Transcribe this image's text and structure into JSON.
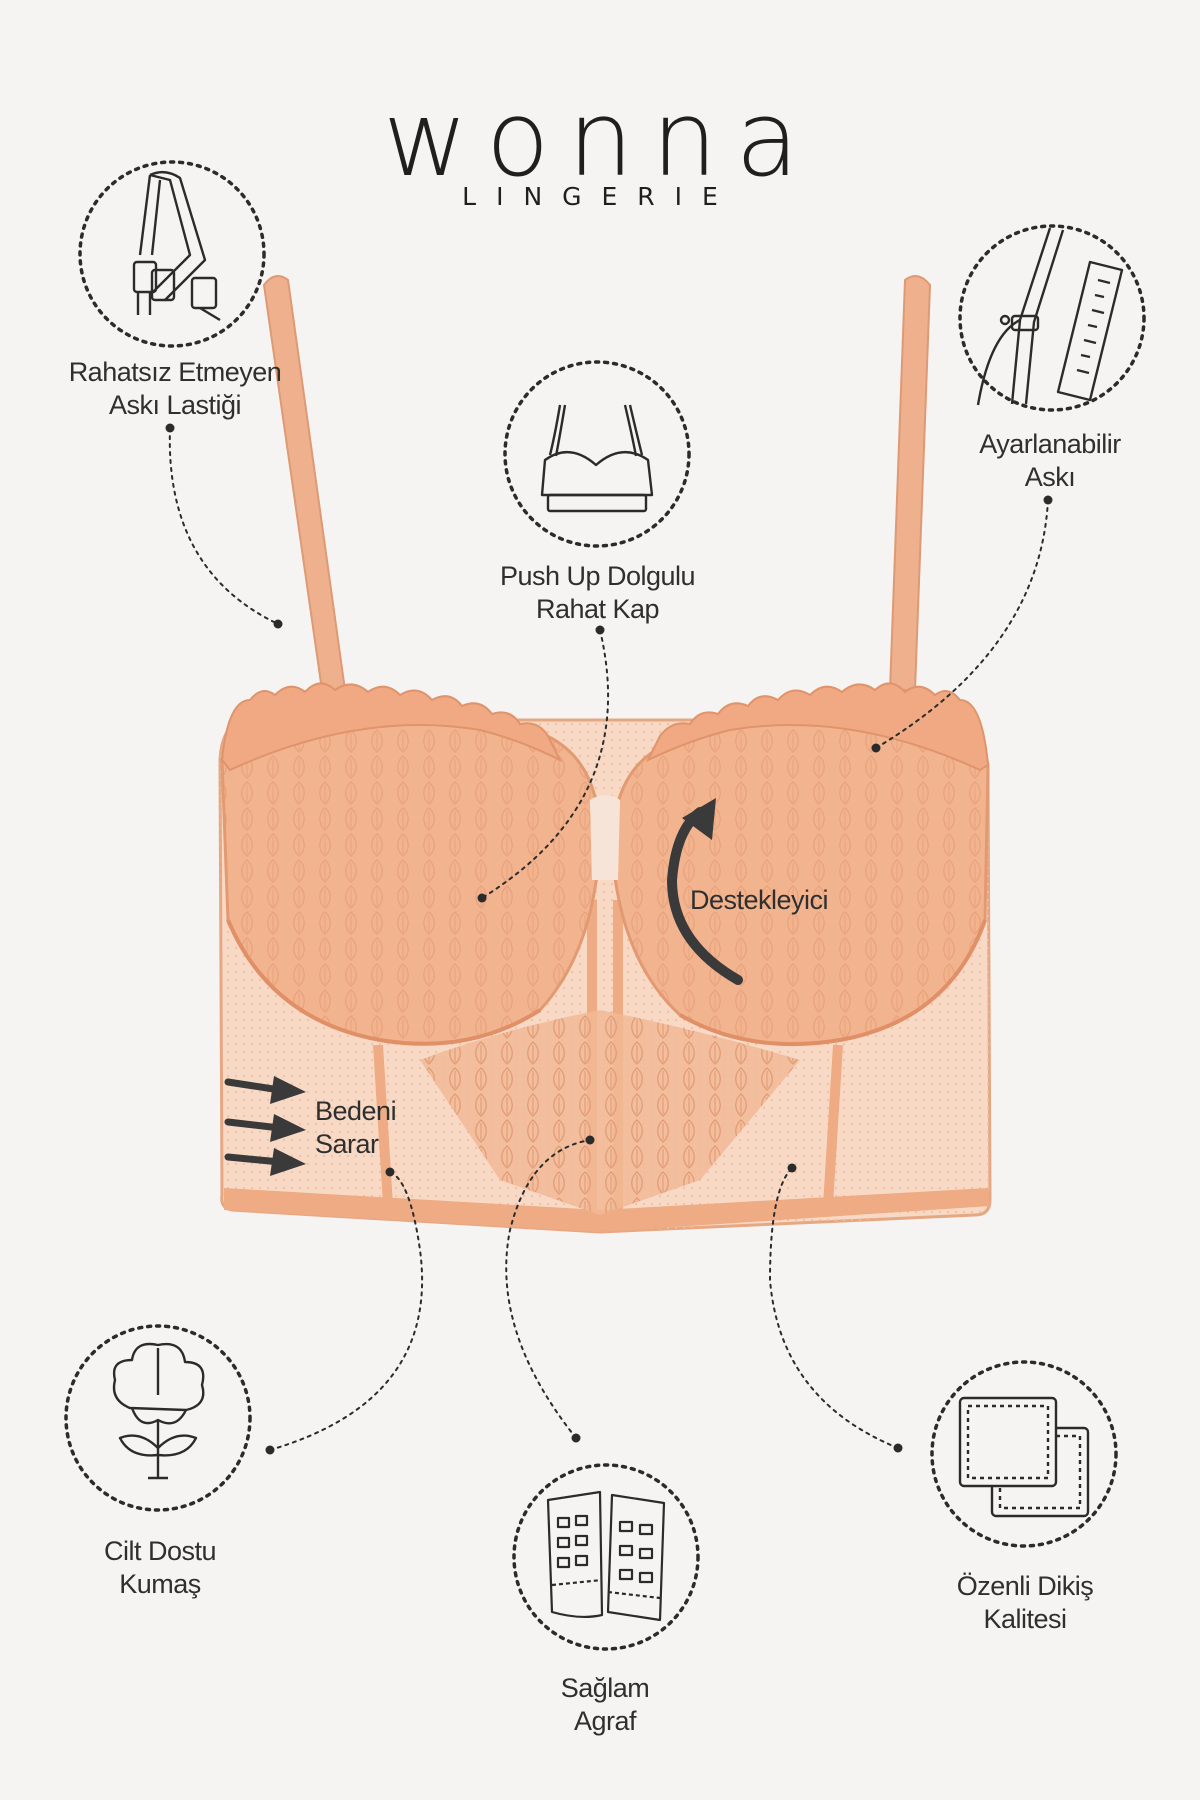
{
  "brand": {
    "name": "wonna",
    "subtitle": "LINGERIE"
  },
  "features": [
    {
      "line1": "Rahatsız Etmeyen",
      "line2": "Askı Lastiği",
      "icon": "strap-elastic-icon"
    },
    {
      "line1": "Push Up Dolgulu",
      "line2": "Rahat Kap",
      "icon": "push-up-bra-icon"
    },
    {
      "line1": "Ayarlanabilir",
      "line2": "Askı",
      "icon": "adjustable-strap-ruler-icon"
    },
    {
      "line1": "Destekleyici",
      "line2": "",
      "icon": "curved-arrow-icon"
    },
    {
      "line1": "Bedeni",
      "line2": "Sarar",
      "icon": "wrap-arrows-icon"
    },
    {
      "line1": "Cilt Dostu",
      "line2": "Kumaş",
      "icon": "cotton-flower-icon"
    },
    {
      "line1": "Sağlam",
      "line2": "Agraf",
      "icon": "hook-eye-clasp-icon"
    },
    {
      "line1": "Özenli Dikiş",
      "line2": "Kalitesi",
      "icon": "stitched-fabric-icon"
    }
  ],
  "colors": {
    "background": "#f5f4f2",
    "garment": "#f2b48f",
    "garment_dark": "#e59a72",
    "mesh": "#f7d2bb",
    "ink": "#2b2b2b"
  }
}
